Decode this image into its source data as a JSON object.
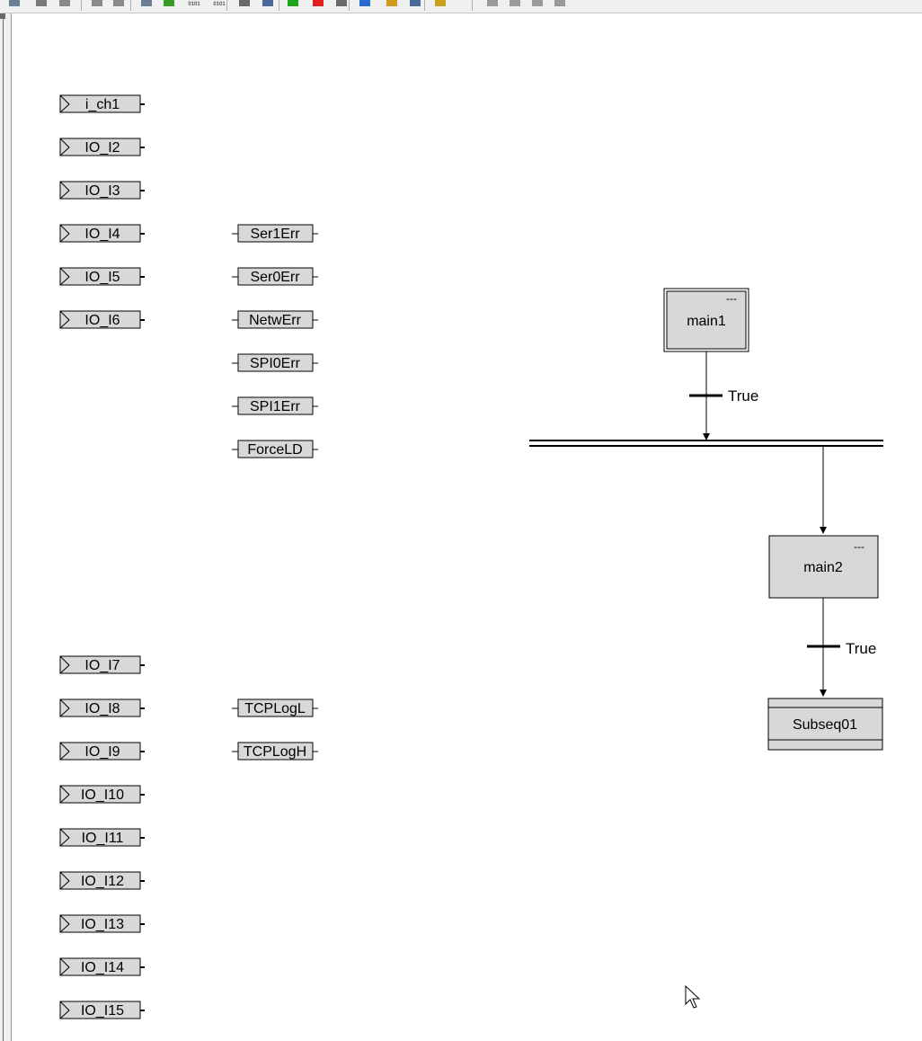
{
  "toolbar": {
    "items": [
      {
        "name": "new-icon",
        "color": "#6b7f99"
      },
      {
        "name": "cut-icon",
        "color": "#7a7a7a"
      },
      {
        "name": "paste-icon",
        "color": "#8a8a8a"
      },
      {
        "name": "undo-icon",
        "color": "#8a8a8a"
      },
      {
        "name": "redo-icon",
        "color": "#8a8a8a"
      },
      {
        "name": "save-icon",
        "color": "#6b7f99"
      },
      {
        "name": "compile-icon",
        "color": "#3a9a2a"
      },
      {
        "name": "binary-download-icon",
        "color": "#5a5a5a",
        "text": "0101"
      },
      {
        "name": "binary-upload-icon",
        "color": "#5a5a5a",
        "text": "0101"
      },
      {
        "name": "page-setup-icon",
        "color": "#6a6a6a"
      },
      {
        "name": "print-preview-icon",
        "color": "#4a6a9a"
      },
      {
        "name": "run-icon",
        "color": "#1aa51a"
      },
      {
        "name": "pause-icon",
        "color": "#e02020"
      },
      {
        "name": "stop-icon",
        "color": "#6a6a6a"
      },
      {
        "name": "search-icon",
        "color": "#2a6ad0"
      },
      {
        "name": "export-icon",
        "color": "#d09a1a"
      },
      {
        "name": "print-icon",
        "color": "#4a6a9a"
      },
      {
        "name": "help-book-icon",
        "color": "#c9a020"
      },
      {
        "name": "align-left-icon",
        "color": "#9a9a9a"
      },
      {
        "name": "align-center-icon",
        "color": "#9a9a9a"
      },
      {
        "name": "align-right-icon",
        "color": "#9a9a9a"
      },
      {
        "name": "grid-icon",
        "color": "#9a9a9a"
      }
    ]
  },
  "inputs": [
    "i_ch1",
    "IO_I2",
    "IO_I3",
    "IO_I4",
    "IO_I5",
    "IO_I6",
    "IO_I7",
    "IO_I8",
    "IO_I9",
    "IO_I10",
    "IO_I11",
    "IO_I12",
    "IO_I13",
    "IO_I14",
    "IO_I15"
  ],
  "variables": [
    "Ser1Err",
    "Ser0Err",
    "NetwErr",
    "SPI0Err",
    "SPI1Err",
    "ForceLD",
    "TCPLogL",
    "TCPLogH"
  ],
  "steps": [
    {
      "id": "main1",
      "label": "main1",
      "marker": "---",
      "initial": true
    },
    {
      "id": "main2",
      "label": "main2",
      "marker": "---",
      "initial": false
    }
  ],
  "transitions": [
    {
      "id": "t1",
      "condition": "True"
    },
    {
      "id": "t2",
      "condition": "True"
    }
  ],
  "macro_step": {
    "label": "Subseq01"
  },
  "colors": {
    "block_fill": "#d8d8d8",
    "line": "#000000",
    "canvas": "#ffffff"
  }
}
